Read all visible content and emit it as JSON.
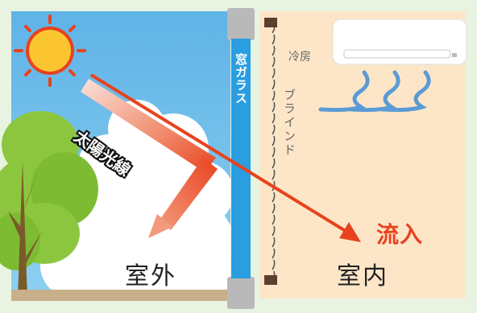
{
  "labels": {
    "outside": "室外",
    "inside": "室内",
    "inflow": "流入",
    "window_glass": "窓ガラス",
    "blind": "ブラインド",
    "air_conditioner": "冷房",
    "sun_rays": "太陽光線"
  },
  "colors": {
    "sky": "#6cbbe8",
    "room": "#fde6c8",
    "glass": "#2a9ee0",
    "arrow": "#e8421e",
    "ground": "#c8b08a"
  },
  "icons": [
    "sun-icon",
    "tree-icon",
    "cloud-icon",
    "air-conditioner-icon",
    "cool-air-icon",
    "blind-icon"
  ]
}
